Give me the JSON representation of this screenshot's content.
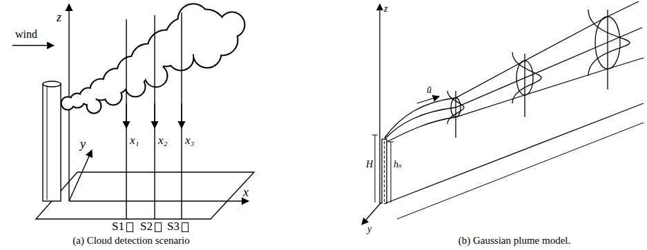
{
  "diagram": {
    "nodes": [
      {
        "text": [
          "S1"
        ]
      },
      {
        "text": [
          "S2"
        ]
      },
      {
        "text": [
          "S3"
        ]
      }
    ],
    "labels": [
      "wind",
      "z",
      "y",
      "x",
      "x₁",
      "x₂",
      "x₃",
      "(a) Cloud detection scenario",
      "z",
      "ū",
      "y",
      "H",
      "hₛ",
      "(b) Gaussian plume model."
    ]
  }
}
